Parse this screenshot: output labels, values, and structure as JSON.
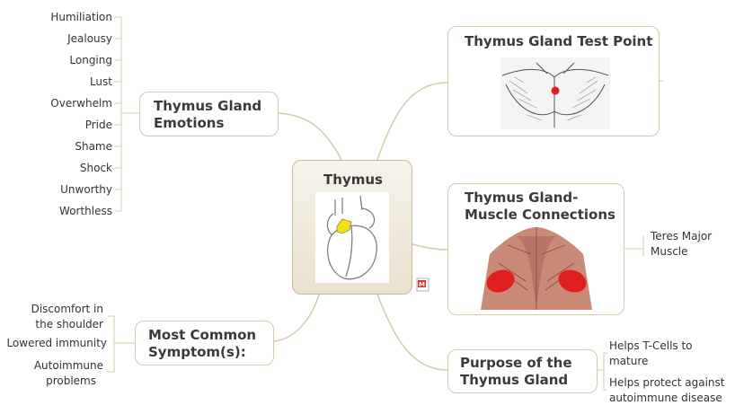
{
  "central": {
    "title": "Thymus"
  },
  "emotions": {
    "title_line1": "Thymus Gland",
    "title_line2": "Emotions",
    "items": [
      "Humiliation",
      "Jealousy",
      "Longing",
      "Lust",
      "Overwhelm",
      "Pride",
      "Shame",
      "Shock",
      "Unworthy",
      "Worthless"
    ]
  },
  "symptoms": {
    "title_line1": "Most Common",
    "title_line2": "Symptom(s):",
    "items": [
      {
        "line1": "Discomfort in",
        "line2": "the shoulder"
      },
      {
        "line1": "Lowered immunity",
        "line2": ""
      },
      {
        "line1": "Autoimmune",
        "line2": "problems"
      }
    ]
  },
  "test_point": {
    "title": "Thymus Gland Test Point"
  },
  "muscle": {
    "title_line1": "Thymus Gland-",
    "title_line2": "Muscle Connections",
    "items": [
      {
        "line1": "Teres Major",
        "line2": "Muscle"
      }
    ]
  },
  "purpose": {
    "title_line1": "Purpose of the",
    "title_line2": "Thymus Gland",
    "items": [
      {
        "line1": "Helps T-Cells to",
        "line2": "mature"
      },
      {
        "line1": "Helps protect against",
        "line2": "autoimmune disease"
      }
    ]
  },
  "colors": {
    "branch": "#d8c9a8",
    "accent_red": "#e02020",
    "gland_yellow": "#f0e020"
  }
}
